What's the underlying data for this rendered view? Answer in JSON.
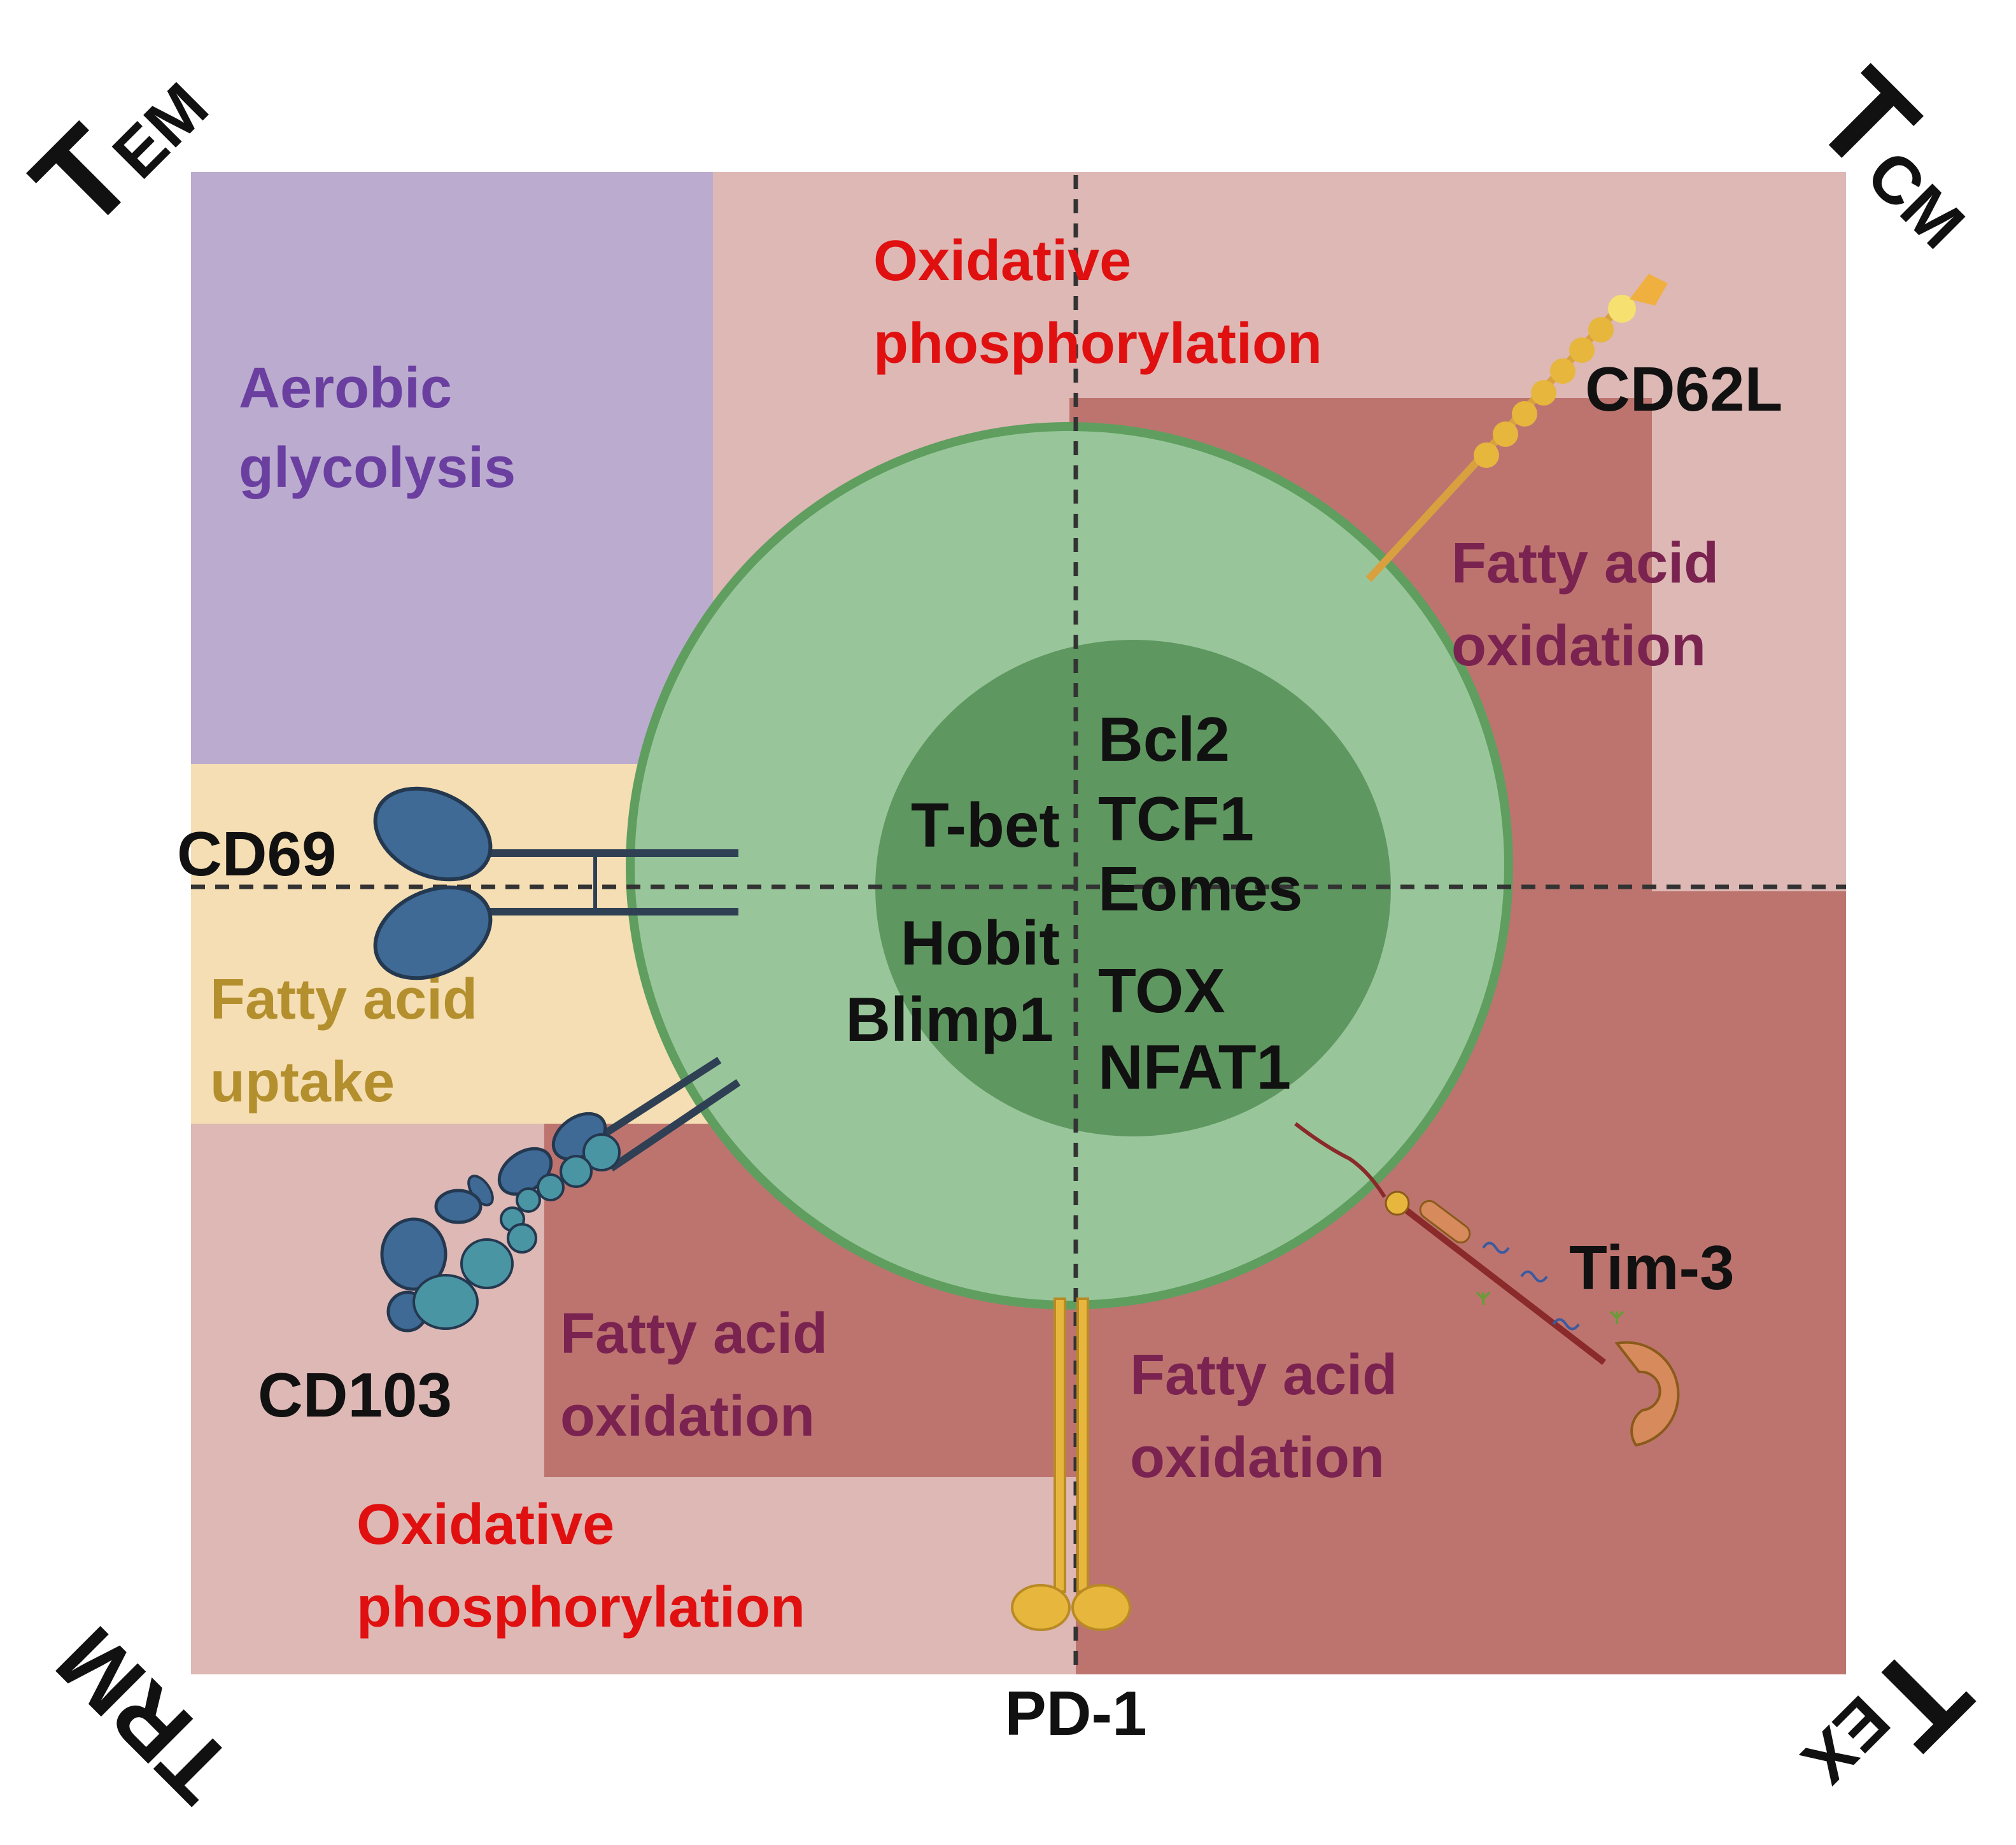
{
  "corners": {
    "tem": {
      "main": "T",
      "sub": "EM"
    },
    "tcm": {
      "main": "T",
      "sub": "CM"
    },
    "trm": {
      "main": "TRM"
    },
    "tex": {
      "main": "T",
      "sub": "EX"
    }
  },
  "regions": {
    "aerobic_glycolysis": {
      "line1": "Aerobic",
      "line2": "glycolysis"
    },
    "oxphos_top": {
      "line1": "Oxidative",
      "line2": "phosphorylation"
    },
    "oxphos_bottom": {
      "line1": "Oxidative",
      "line2": "phosphorylation"
    },
    "fao_topright": {
      "line1": "Fatty acid",
      "line2": "oxidation"
    },
    "fao_bottomleft": {
      "line1": "Fatty acid",
      "line2": "oxidation"
    },
    "fao_bottomright": {
      "line1": "Fatty acid",
      "line2": "oxidation"
    },
    "fa_uptake": {
      "line1": "Fatty acid",
      "line2": "uptake"
    }
  },
  "markers": {
    "cd62l": "CD62L",
    "cd69": "CD69",
    "cd103": "CD103",
    "tim3": "Tim-3",
    "pd1": "PD-1"
  },
  "transcription_factors": {
    "tbet": "T-bet",
    "hobit": "Hobit",
    "blimp1": "Blimp1",
    "bcl2": "Bcl2",
    "tcf1": "TCF1",
    "eomes": "Eomes",
    "tox": "TOX",
    "nfat1": "NFAT1"
  },
  "colors": {
    "lavender": "#bbaccf",
    "pink": "#ddb8b5",
    "dark_red": "#bd746f",
    "tan": "#f5deb3",
    "cell_outer": "#98c69a",
    "cell_border": "#5f9e5f",
    "nucleus": "#5e9760",
    "text_purple": "#6a3fa0",
    "text_red": "#e01010",
    "text_maroon": "#7a2350",
    "text_gold": "#b38f2e",
    "text_black": "#111111",
    "receptor_blue": "#3f6a96",
    "receptor_teal": "#4a95a4",
    "receptor_gold": "#e7b63d",
    "tim3_orange": "#d78a5c"
  }
}
